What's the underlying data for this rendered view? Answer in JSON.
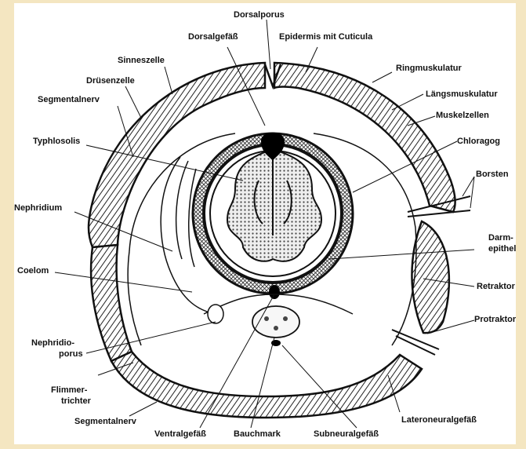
{
  "colors": {
    "page_background": "#f4e6c1",
    "figure_background": "#ffffff",
    "ink": "#111111"
  },
  "labels": {
    "dorsalporus": "Dorsalporus",
    "dorsalgefaess": "Dorsalgefäß",
    "epidermis": "Epidermis mit Cuticula",
    "sinneszelle": "Sinneszelle",
    "ringmuskulatur": "Ringmuskulatur",
    "druesenzelle": "Drüsenzelle",
    "laengsmuskulatur": "Längsmuskulatur",
    "segmentalnerv_top": "Segmentalnerv",
    "muskelzellen": "Muskelzellen",
    "typhlosolis": "Typhlosolis",
    "chloragog": "Chloragog",
    "borsten": "Borsten",
    "nephridium": "Nephridium",
    "darmepithel_1": "Darm-",
    "darmepithel_2": "epithel",
    "coelom": "Coelom",
    "retraktor": "Retraktor",
    "protraktor": "Protraktor",
    "nephridioporus_1": "Nephridio-",
    "nephridioporus_2": "porus",
    "flimmertrichter_1": "Flimmer-",
    "flimmertrichter_2": "trichter",
    "segmentalnerv_bottom": "Segmentalnerv",
    "lateroneuralgefaess": "Lateroneuralgefäß",
    "ventralgefaess": "Ventralgefäß",
    "bauchmark": "Bauchmark",
    "subneuralgefaess": "Subneuralgefäß"
  }
}
